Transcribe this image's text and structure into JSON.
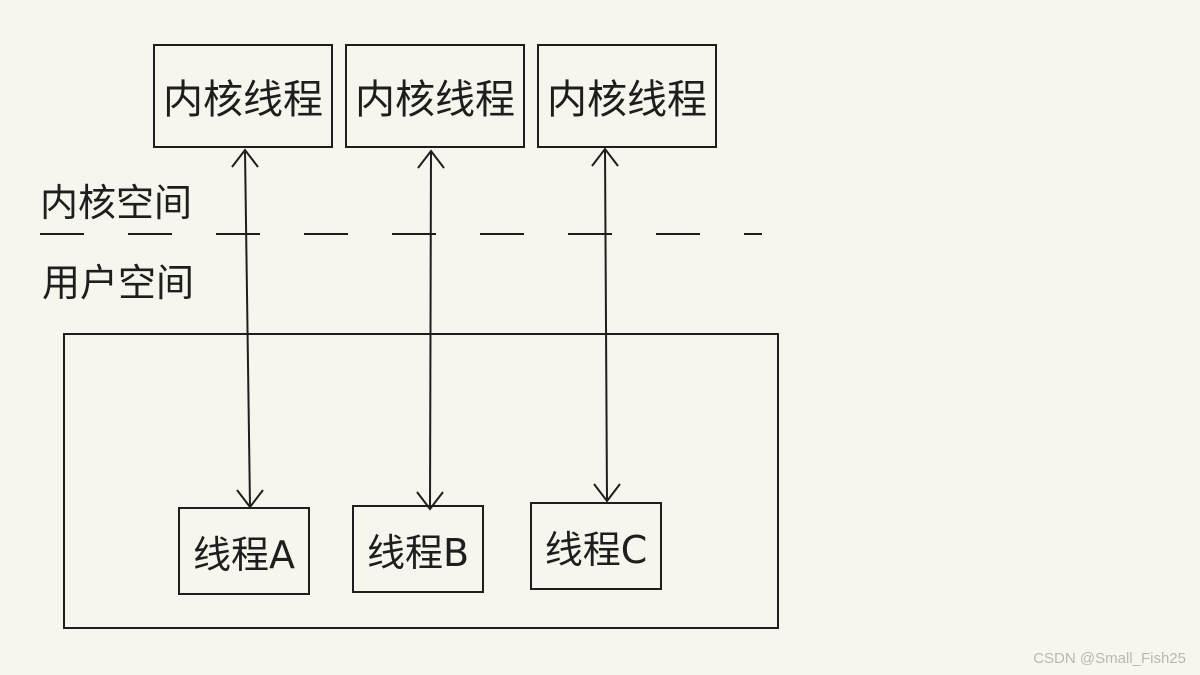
{
  "diagram": {
    "kernel_space_label": "内核空间",
    "user_space_label": "用户空间",
    "kernel_threads": [
      {
        "label": "内核线程"
      },
      {
        "label": "内核线程"
      },
      {
        "label": "内核线程"
      }
    ],
    "user_threads": [
      {
        "label": "线程A"
      },
      {
        "label": "线程B"
      },
      {
        "label": "线程C"
      }
    ],
    "connections": [
      {
        "from": "内核线程",
        "to": "线程A",
        "direction": "bidirectional"
      },
      {
        "from": "内核线程",
        "to": "线程B",
        "direction": "bidirectional"
      },
      {
        "from": "内核线程",
        "to": "线程C",
        "direction": "bidirectional"
      }
    ]
  },
  "watermark": "CSDN @Small_Fish25",
  "colors": {
    "background": "#f6f6ee",
    "ink": "#1e1e1e",
    "watermark": "#b9b9b0"
  }
}
